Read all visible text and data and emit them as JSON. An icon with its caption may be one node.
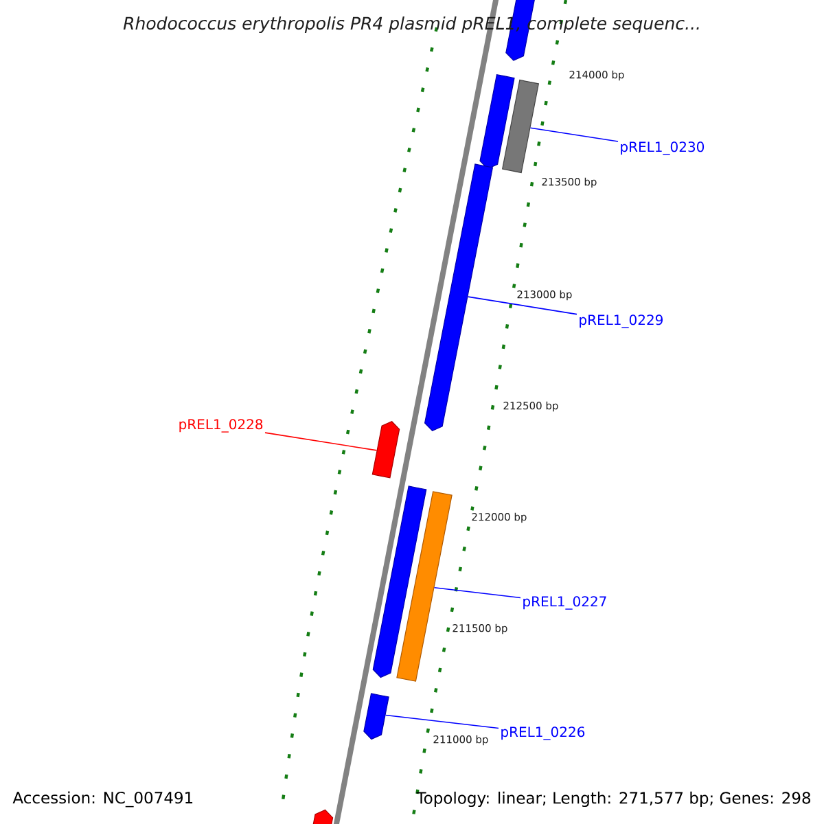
{
  "diagram": {
    "title": "Rhodococcus erythropolis PR4 plasmid pREL1, complete sequenc...",
    "nodes": [
      {
        "text": [],
        "shape": "arrow"
      },
      {
        "text": [],
        "shape": "arrow"
      },
      {
        "text": [],
        "shape": "bar"
      },
      {
        "text": [
          "pREL1_0230"
        ]
      },
      {
        "text": [],
        "shape": "arrow"
      },
      {
        "text": [
          "pREL1_0229"
        ]
      },
      {
        "text": [
          "pREL1_0228"
        ]
      },
      {
        "text": [],
        "shape": "arrow"
      },
      {
        "text": [],
        "shape": "arrow"
      },
      {
        "text": [],
        "shape": "bar"
      },
      {
        "text": [
          "pREL1_0227"
        ]
      },
      {
        "text": [],
        "shape": "arrow"
      },
      {
        "text": [
          "pREL1_0226"
        ]
      },
      {
        "text": [],
        "shape": "arrow"
      }
    ],
    "edges": [
      {
        "from": 3,
        "to": 2,
        "arrow": "none"
      },
      {
        "from": 5,
        "to": 4,
        "arrow": "none"
      },
      {
        "from": 6,
        "to": 7,
        "arrow": "none",
        "color": "#ff0000"
      },
      {
        "from": 10,
        "to": 9,
        "arrow": "none"
      },
      {
        "from": 12,
        "to": 11,
        "arrow": "none"
      }
    ],
    "labels": [
      "214000 bp",
      "213500 bp",
      "213000 bp",
      "212500 bp",
      "212000 bp",
      "211500 bp",
      "211000 bp",
      "Accession: NC_007491",
      "Topology: linear; Length: 271,577 bp; Genes: 298"
    ]
  }
}
